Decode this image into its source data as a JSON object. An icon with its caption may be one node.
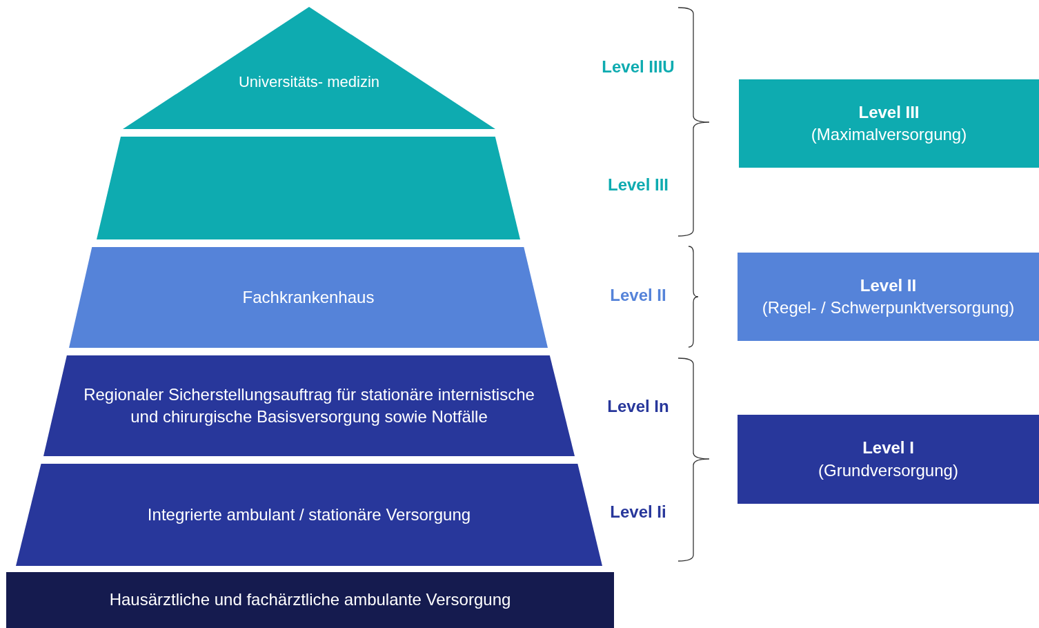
{
  "diagram": {
    "nodes": [
      {
        "text": [
          "Universitäts- medizin"
        ]
      },
      {
        "text": [],
        "shape": "trapezoid"
      },
      {
        "text": [
          "Fachkrankenhaus"
        ]
      },
      {
        "text": [
          "Regionaler Sicherstellungsauftrag für stationäre internistische und chirurgische Basisversorgung sowie Notfälle"
        ]
      },
      {
        "text": [
          "Integrierte ambulant / stationäre Versorgung"
        ]
      },
      {
        "text": [
          "Hausärztliche und fachärztliche ambulante Versorgung"
        ]
      },
      {
        "text": [
          "Level III",
          "(Maximalversorgung)"
        ]
      },
      {
        "text": [
          "Level II",
          "(Regel- / Schwerpunktversorgung)"
        ]
      },
      {
        "text": [
          "Level I",
          "(Grundversorgung)"
        ]
      }
    ],
    "edges": [],
    "labels": [
      "Level IIIU",
      "Level III",
      "Level II",
      "Level In",
      "Level Ii"
    ]
  }
}
